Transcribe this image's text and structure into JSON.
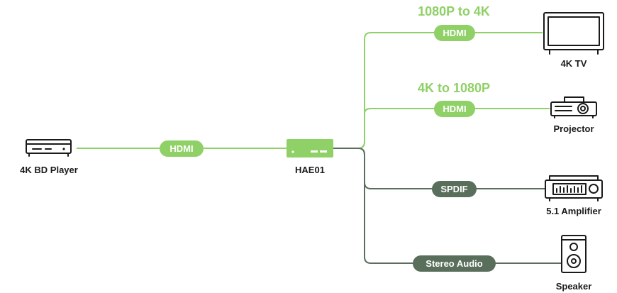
{
  "colors": {
    "hdmi_green": "#8fd067",
    "audio_dark": "#5a6e5c",
    "icon": "#1a1a1a"
  },
  "source": {
    "label": "4K BD Player",
    "icon": "blu-ray-player-icon"
  },
  "input_link": {
    "label": "HDMI"
  },
  "hub": {
    "label": "HAE01",
    "icon": "hdmi-audio-extractor-icon"
  },
  "outputs": [
    {
      "conversion": "1080P to 4K",
      "link": "HDMI",
      "device": "4K TV",
      "icon": "tv-icon"
    },
    {
      "conversion": "4K to 1080P",
      "link": "HDMI",
      "device": "Projector",
      "icon": "projector-icon"
    },
    {
      "conversion": "",
      "link": "SPDIF",
      "device": "5.1 Amplifier",
      "icon": "amplifier-icon"
    },
    {
      "conversion": "",
      "link": "Stereo Audio",
      "device": "Speaker",
      "icon": "speaker-icon"
    }
  ]
}
